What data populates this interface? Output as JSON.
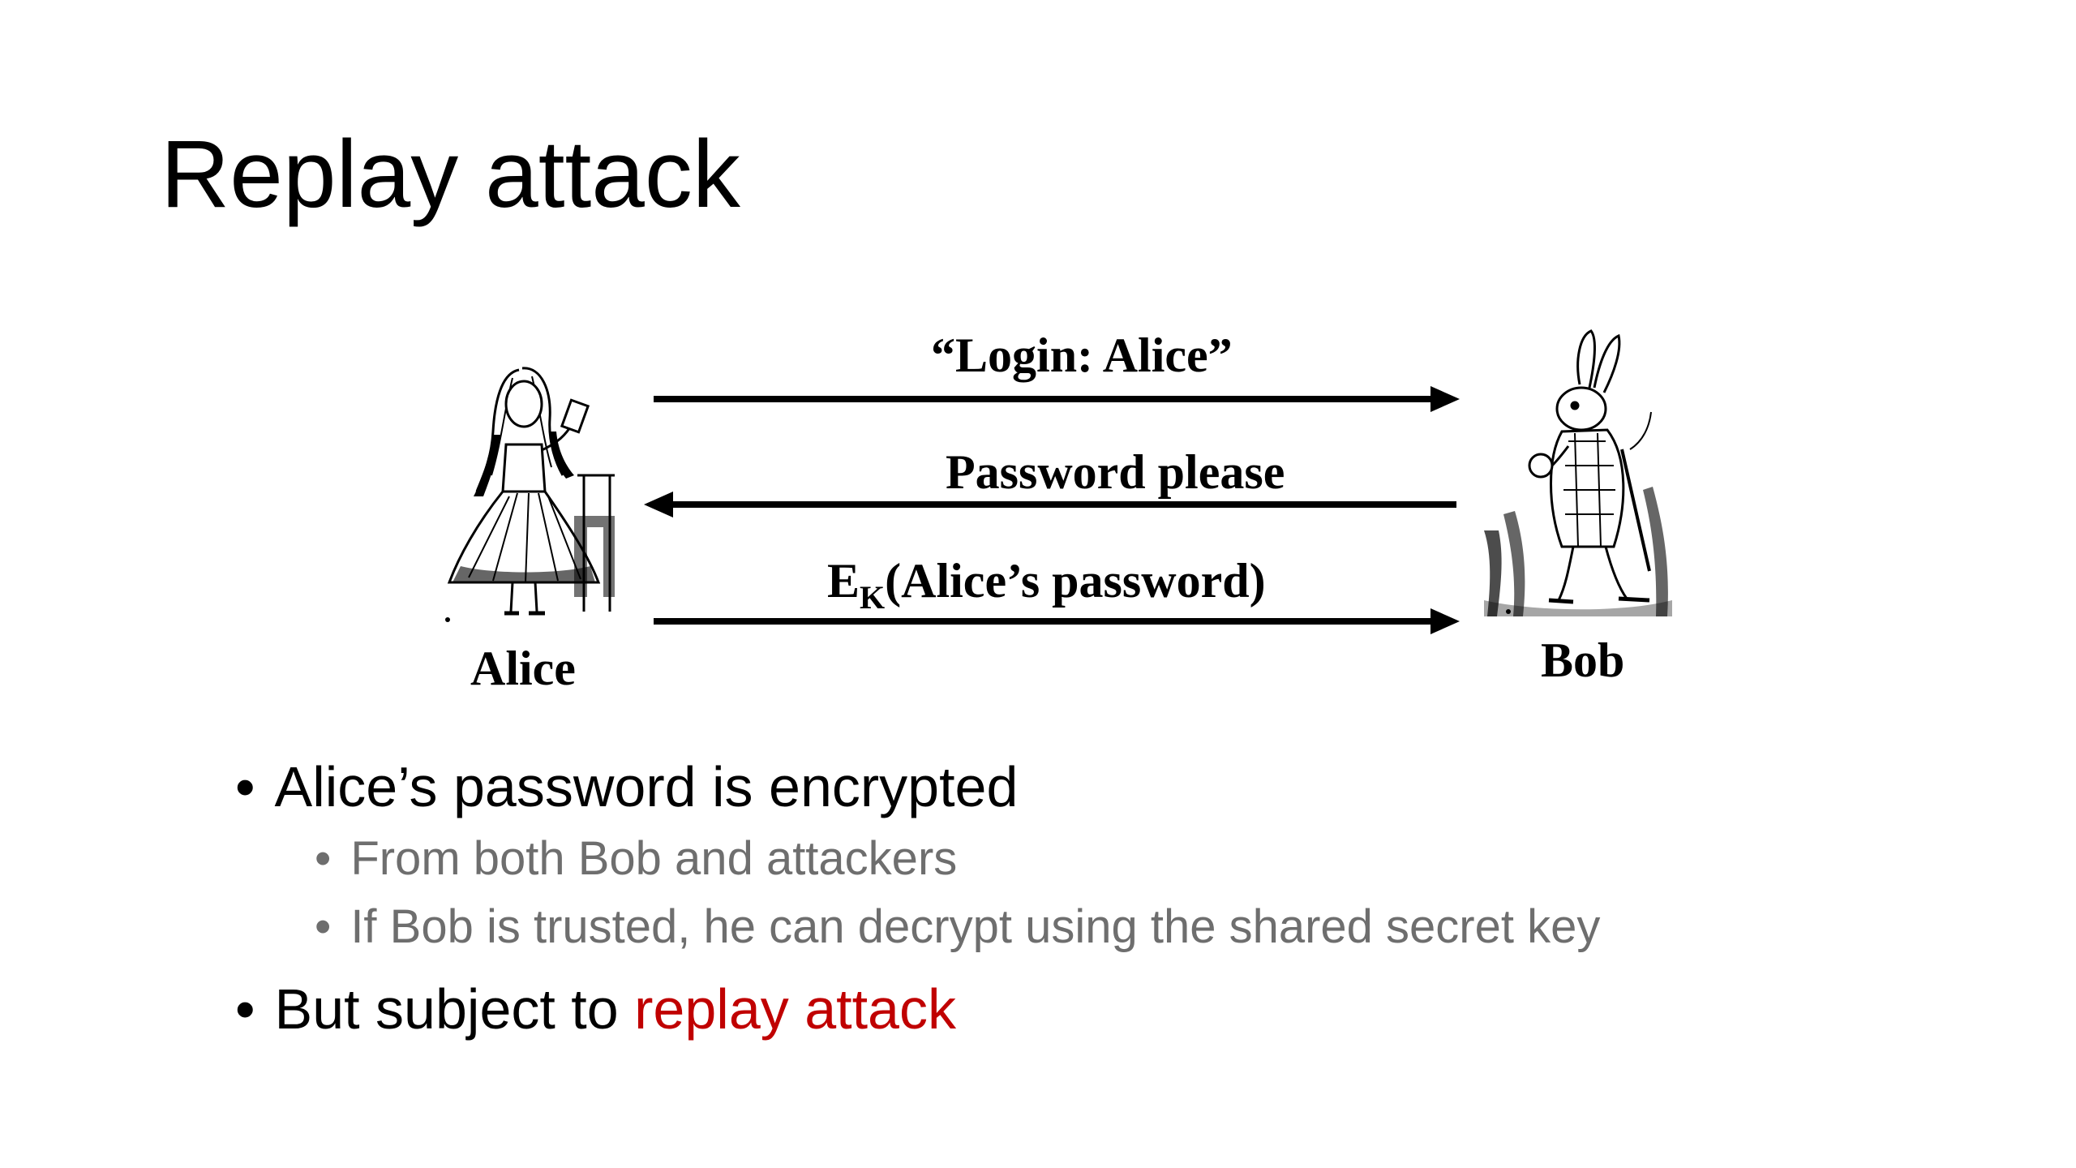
{
  "title": "Replay attack",
  "diagram": {
    "messages": [
      {
        "label": "“Login:  Alice”",
        "direction": "right"
      },
      {
        "label": "Password please",
        "direction": "left"
      },
      {
        "label_main": "E",
        "label_sub": "K",
        "label_rest": "(Alice’s password)",
        "direction": "right"
      }
    ],
    "actors": {
      "left": {
        "name": "Alice",
        "icon": "alice-illustration"
      },
      "right": {
        "name": "Bob",
        "icon": "white-rabbit-illustration"
      }
    }
  },
  "bullets": [
    {
      "text": "Alice’s password is encrypted",
      "children": [
        {
          "text": "From both Bob and attackers"
        },
        {
          "text": "If Bob is trusted, he can decrypt using the shared secret key"
        }
      ]
    },
    {
      "text_prefix": "But subject to ",
      "text_highlight": "replay attack"
    }
  ],
  "colors": {
    "text": "#000000",
    "secondary_text": "#6e6e6e",
    "highlight": "#c00000"
  }
}
